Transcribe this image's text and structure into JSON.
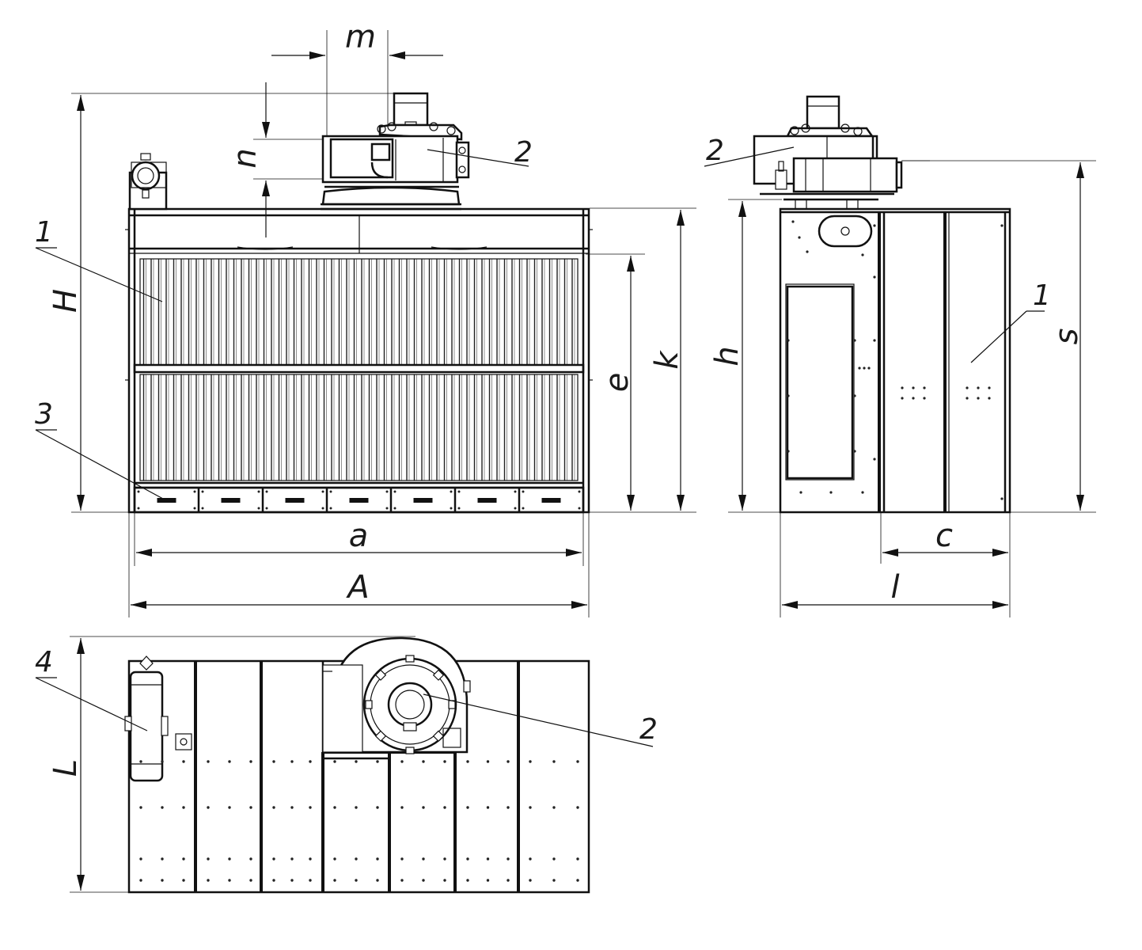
{
  "dimensions": {
    "m": "m",
    "n": "n",
    "H": "H",
    "k": "k",
    "e": "e",
    "a": "a",
    "A": "A",
    "h": "h",
    "s": "s",
    "c": "c",
    "l": "l",
    "L": "L"
  },
  "callouts": {
    "front_panel": "1",
    "front_fan": "2",
    "front_drawer": "3",
    "side_fan": "2",
    "side_panel": "1",
    "top_cylinder": "4",
    "top_fan": "2"
  },
  "colors": {
    "line": "#111111",
    "background": "#ffffff"
  }
}
